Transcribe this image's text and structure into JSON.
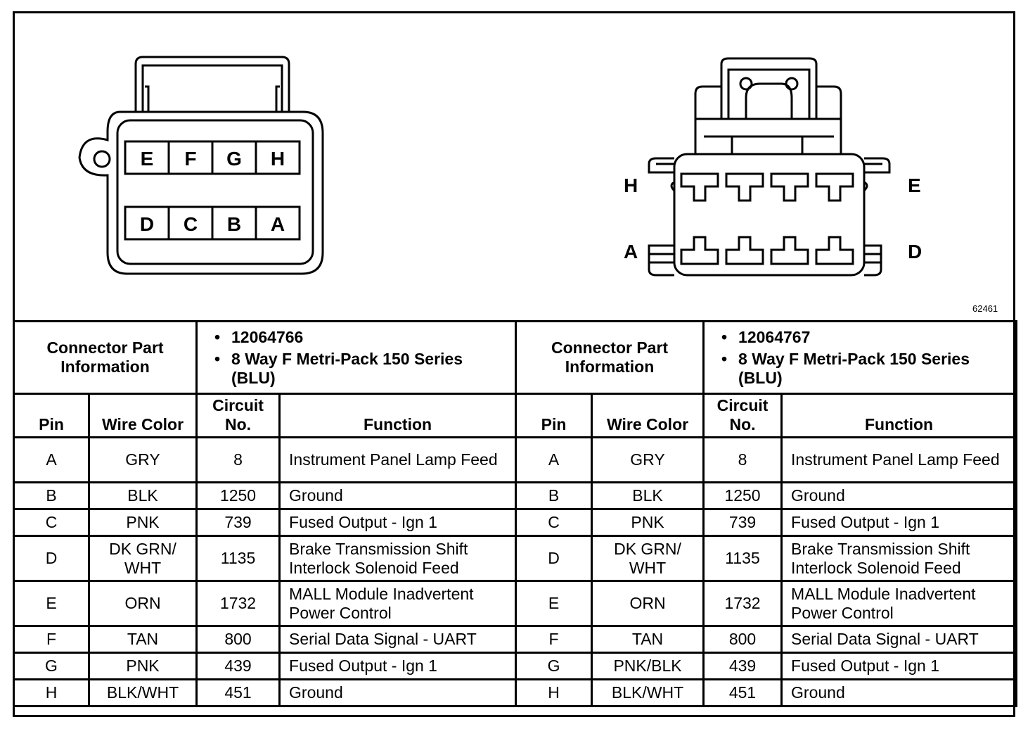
{
  "diagram": {
    "figure_id": "62461",
    "left_connector": {
      "top_row": [
        "E",
        "F",
        "G",
        "H"
      ],
      "bottom_row": [
        "D",
        "C",
        "B",
        "A"
      ]
    },
    "right_connector": {
      "labels": {
        "top_left": "H",
        "top_right": "E",
        "bottom_left": "A",
        "bottom_right": "D"
      }
    }
  },
  "table": {
    "part_info_label": "Connector Part Information",
    "left_parts": [
      "12064766",
      "8 Way F Metri-Pack 150 Series (BLU)"
    ],
    "right_parts": [
      "12064767",
      "8 Way F Metri-Pack 150 Series (BLU)"
    ],
    "headers": {
      "pin": "Pin",
      "wire_color": "Wire Color",
      "circuit": "Circuit No.",
      "function": "Function"
    },
    "rows": [
      {
        "pin": "A",
        "left": {
          "wire": "GRY",
          "circuit": "8",
          "function": "Instrument Panel Lamp Feed"
        },
        "right": {
          "wire": "GRY",
          "circuit": "8",
          "function": "Instrument Panel Lamp Feed"
        }
      },
      {
        "pin": "B",
        "left": {
          "wire": "BLK",
          "circuit": "1250",
          "function": "Ground"
        },
        "right": {
          "wire": "BLK",
          "circuit": "1250",
          "function": "Ground"
        }
      },
      {
        "pin": "C",
        "left": {
          "wire": "PNK",
          "circuit": "739",
          "function": "Fused Output - Ign 1"
        },
        "right": {
          "wire": "PNK",
          "circuit": "739",
          "function": "Fused Output - Ign 1"
        }
      },
      {
        "pin": "D",
        "left": {
          "wire": "DK GRN/ WHT",
          "circuit": "1135",
          "function": "Brake Transmission Shift Interlock Solenoid Feed"
        },
        "right": {
          "wire": "DK GRN/ WHT",
          "circuit": "1135",
          "function": "Brake Transmission Shift Interlock Solenoid Feed"
        }
      },
      {
        "pin": "E",
        "left": {
          "wire": "ORN",
          "circuit": "1732",
          "function": "MALL Module Inadvertent Power Control"
        },
        "right": {
          "wire": "ORN",
          "circuit": "1732",
          "function": "MALL Module Inadvertent Power Control"
        }
      },
      {
        "pin": "F",
        "left": {
          "wire": "TAN",
          "circuit": "800",
          "function": "Serial Data Signal - UART"
        },
        "right": {
          "wire": "TAN",
          "circuit": "800",
          "function": "Serial Data Signal - UART"
        }
      },
      {
        "pin": "G",
        "left": {
          "wire": "PNK",
          "circuit": "439",
          "function": "Fused Output - Ign 1"
        },
        "right": {
          "wire": "PNK/BLK",
          "circuit": "439",
          "function": "Fused Output - Ign 1"
        }
      },
      {
        "pin": "H",
        "left": {
          "wire": "BLK/WHT",
          "circuit": "451",
          "function": "Ground"
        },
        "right": {
          "wire": "BLK/WHT",
          "circuit": "451",
          "function": "Ground"
        }
      }
    ]
  }
}
